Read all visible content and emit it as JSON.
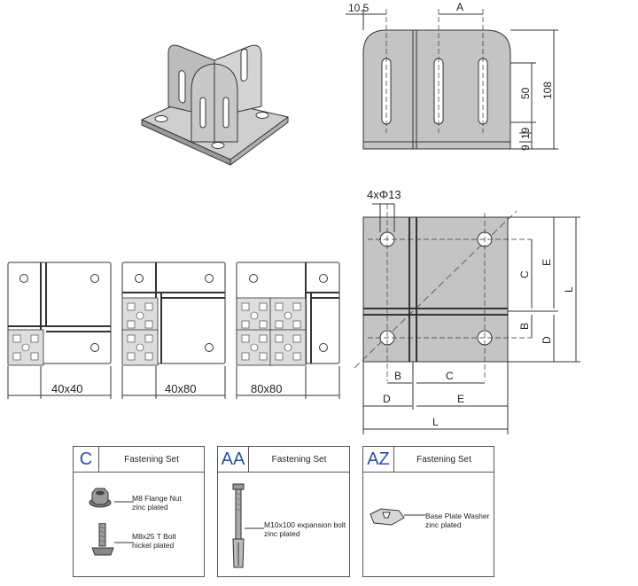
{
  "top_drawing": {
    "dim_top_left": "10.5",
    "dim_top_a": "A",
    "dim_50": "50",
    "dim_108": "108",
    "dim_19": "19",
    "dim_9": "9"
  },
  "plan_drawing": {
    "hole_label": "4xΦ13",
    "dims": {
      "b_left": "B",
      "c_bottom": "C",
      "d_left": "D",
      "e_bottom": "E",
      "l_bottom": "L",
      "c_right": "C",
      "e_right": "E",
      "l_right": "L",
      "b_right": "B",
      "d_right": "D"
    }
  },
  "sizes": [
    "40x40",
    "40x80",
    "80x80"
  ],
  "fastening_sets": [
    {
      "code": "C",
      "title": "Fastening Set",
      "items": [
        {
          "name": "M8 Flange Nut",
          "finish": "zinc plated",
          "icon": "flange-nut-icon"
        },
        {
          "name": "M8x25 T Bolt",
          "finish": "nickel plated",
          "icon": "t-bolt-icon"
        }
      ]
    },
    {
      "code": "AA",
      "title": "Fastening Set",
      "items": [
        {
          "name": "M10x100 expansion bolt",
          "finish": "zinc plated",
          "icon": "expansion-bolt-icon"
        }
      ]
    },
    {
      "code": "AZ",
      "title": "Fastening Set",
      "items": [
        {
          "name": "Base Plate Washer",
          "finish": "zinc plated",
          "icon": "washer-icon"
        }
      ]
    }
  ],
  "colors": {
    "plate": "#c4c4c4",
    "line": "#333333",
    "accent": "#2a4fa8",
    "profile": "#d8d8d8"
  }
}
